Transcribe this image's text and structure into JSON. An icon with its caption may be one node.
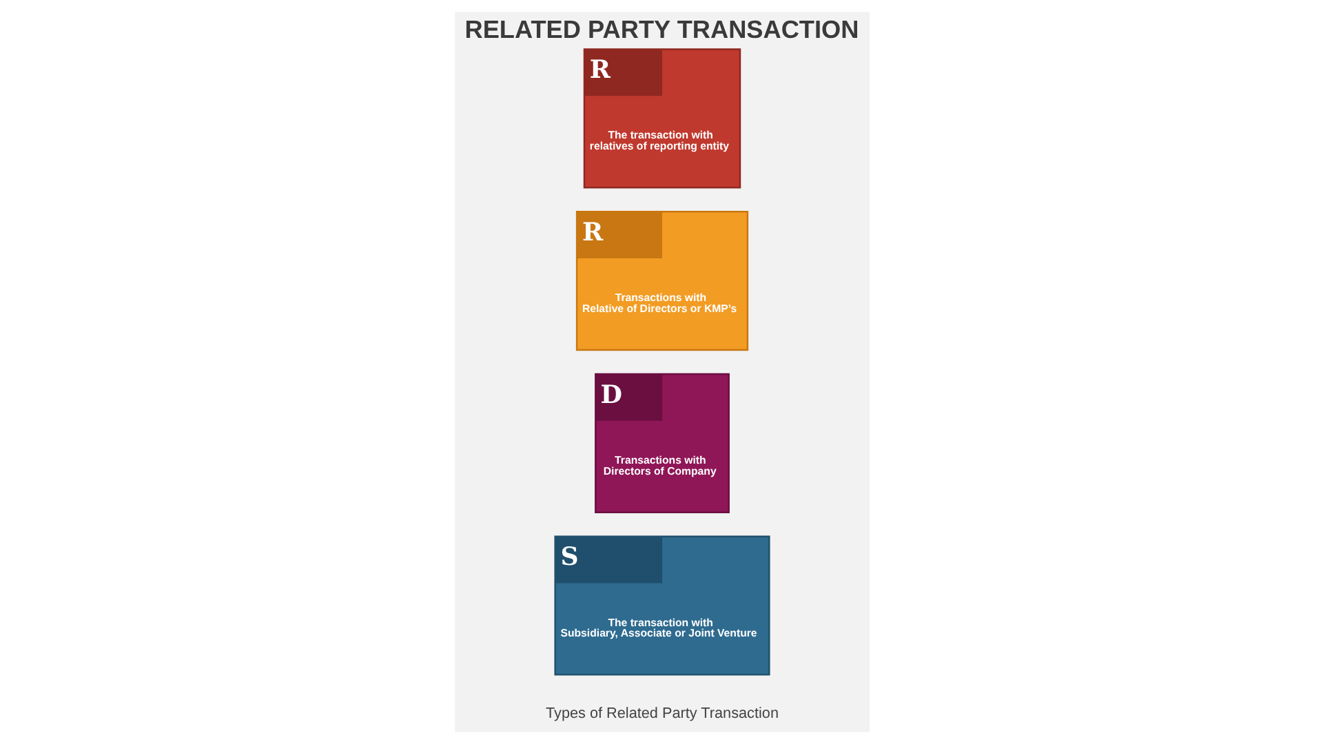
{
  "diagram": {
    "title": "RELATED PARTY TRANSACTION",
    "nodes": [
      {
        "text": [
          "S",
          "The transaction with Subsidiary, Associate or Joint Venture"
        ]
      },
      {
        "text": [
          "D",
          "Transactions with Directors of Company"
        ]
      },
      {
        "text": [
          "R",
          "Transactions with Relative of Directors or KMP’s"
        ]
      },
      {
        "text": [
          "R",
          "The transaction with relatives of reporting entity"
        ]
      }
    ],
    "labels": [
      "Types of Related Party Transaction"
    ]
  }
}
